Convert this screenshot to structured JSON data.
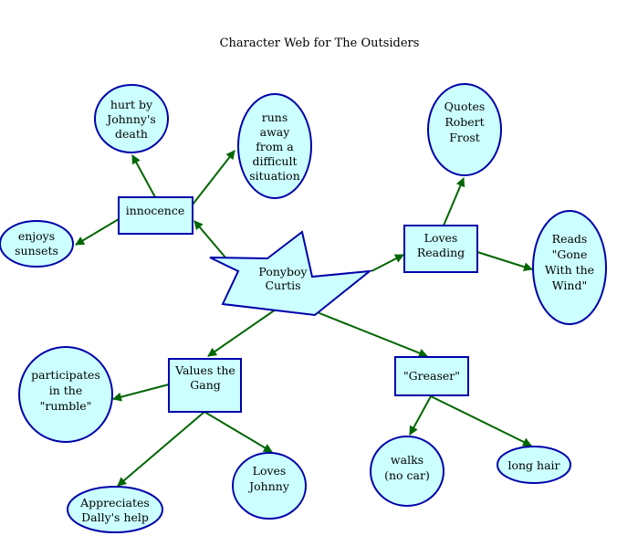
{
  "title": "Character Web for The Outsiders",
  "colors": {
    "node_fill": "#ccffff",
    "node_stroke": "#0000aa",
    "arrow": "#006600",
    "text": "#000000"
  },
  "center": {
    "lines": [
      "Ponyboy",
      "Curtis"
    ],
    "shape": "star"
  },
  "categories": {
    "innocence": {
      "lines": [
        "innocence"
      ]
    },
    "reading": {
      "lines": [
        "Loves",
        "Reading"
      ]
    },
    "gang": {
      "lines": [
        "Values the",
        "Gang"
      ]
    },
    "greaser": {
      "lines": [
        "\"Greaser\""
      ]
    }
  },
  "details": {
    "hurt": {
      "lines": [
        "hurt by",
        "Johnny's",
        "death"
      ]
    },
    "runs": {
      "lines": [
        "runs",
        "away",
        "from a",
        "difficult",
        "situation"
      ]
    },
    "sunsets": {
      "lines": [
        "enjoys",
        "sunsets"
      ]
    },
    "frost": {
      "lines": [
        "Quotes",
        "Robert",
        "Frost"
      ]
    },
    "gone": {
      "lines": [
        "Reads",
        "\"Gone",
        "With the",
        "Wind\""
      ]
    },
    "rumble": {
      "lines": [
        "participates",
        "in the",
        "\"rumble\""
      ]
    },
    "dally": {
      "lines": [
        "Appreciates",
        "Dally's help"
      ]
    },
    "johnny": {
      "lines": [
        "Loves",
        "Johnny"
      ]
    },
    "walks": {
      "lines": [
        "walks",
        "(no car)"
      ]
    },
    "hair": {
      "lines": [
        "long hair"
      ]
    }
  }
}
